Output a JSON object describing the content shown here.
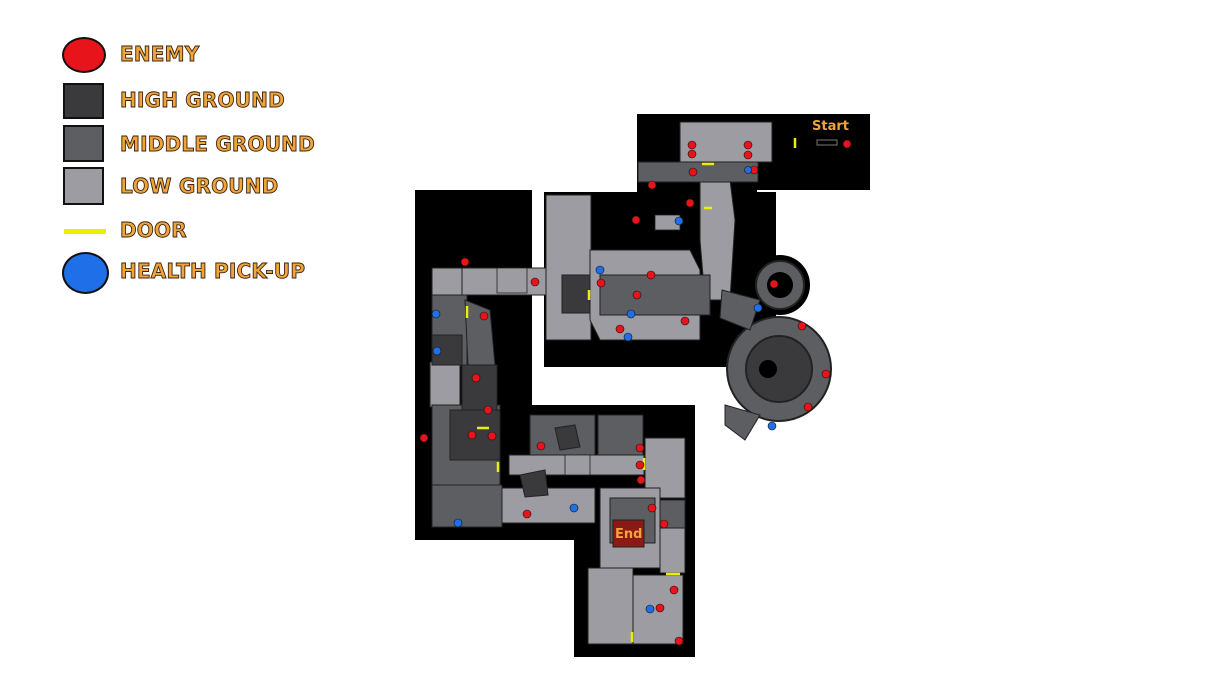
{
  "legend": {
    "enemy": "ENEMY",
    "high_ground": "HIGH GROUND",
    "middle_ground": "MIDDLE GROUND",
    "low_ground": "LOW GROUND",
    "door": "DOOR",
    "health": "HEALTH PICK-UP"
  },
  "map": {
    "start_label": "Start",
    "end_label": "End"
  },
  "colors": {
    "outline": "#000000",
    "high_ground": "#3a3a3c",
    "middle_ground": "#5d5e62",
    "low_ground": "#9c9ca2",
    "door": "#e8f000",
    "enemy": "#e8141b",
    "health": "#1f6fe8",
    "label": "#f0a43a",
    "end_tile": "#8b1a16"
  }
}
